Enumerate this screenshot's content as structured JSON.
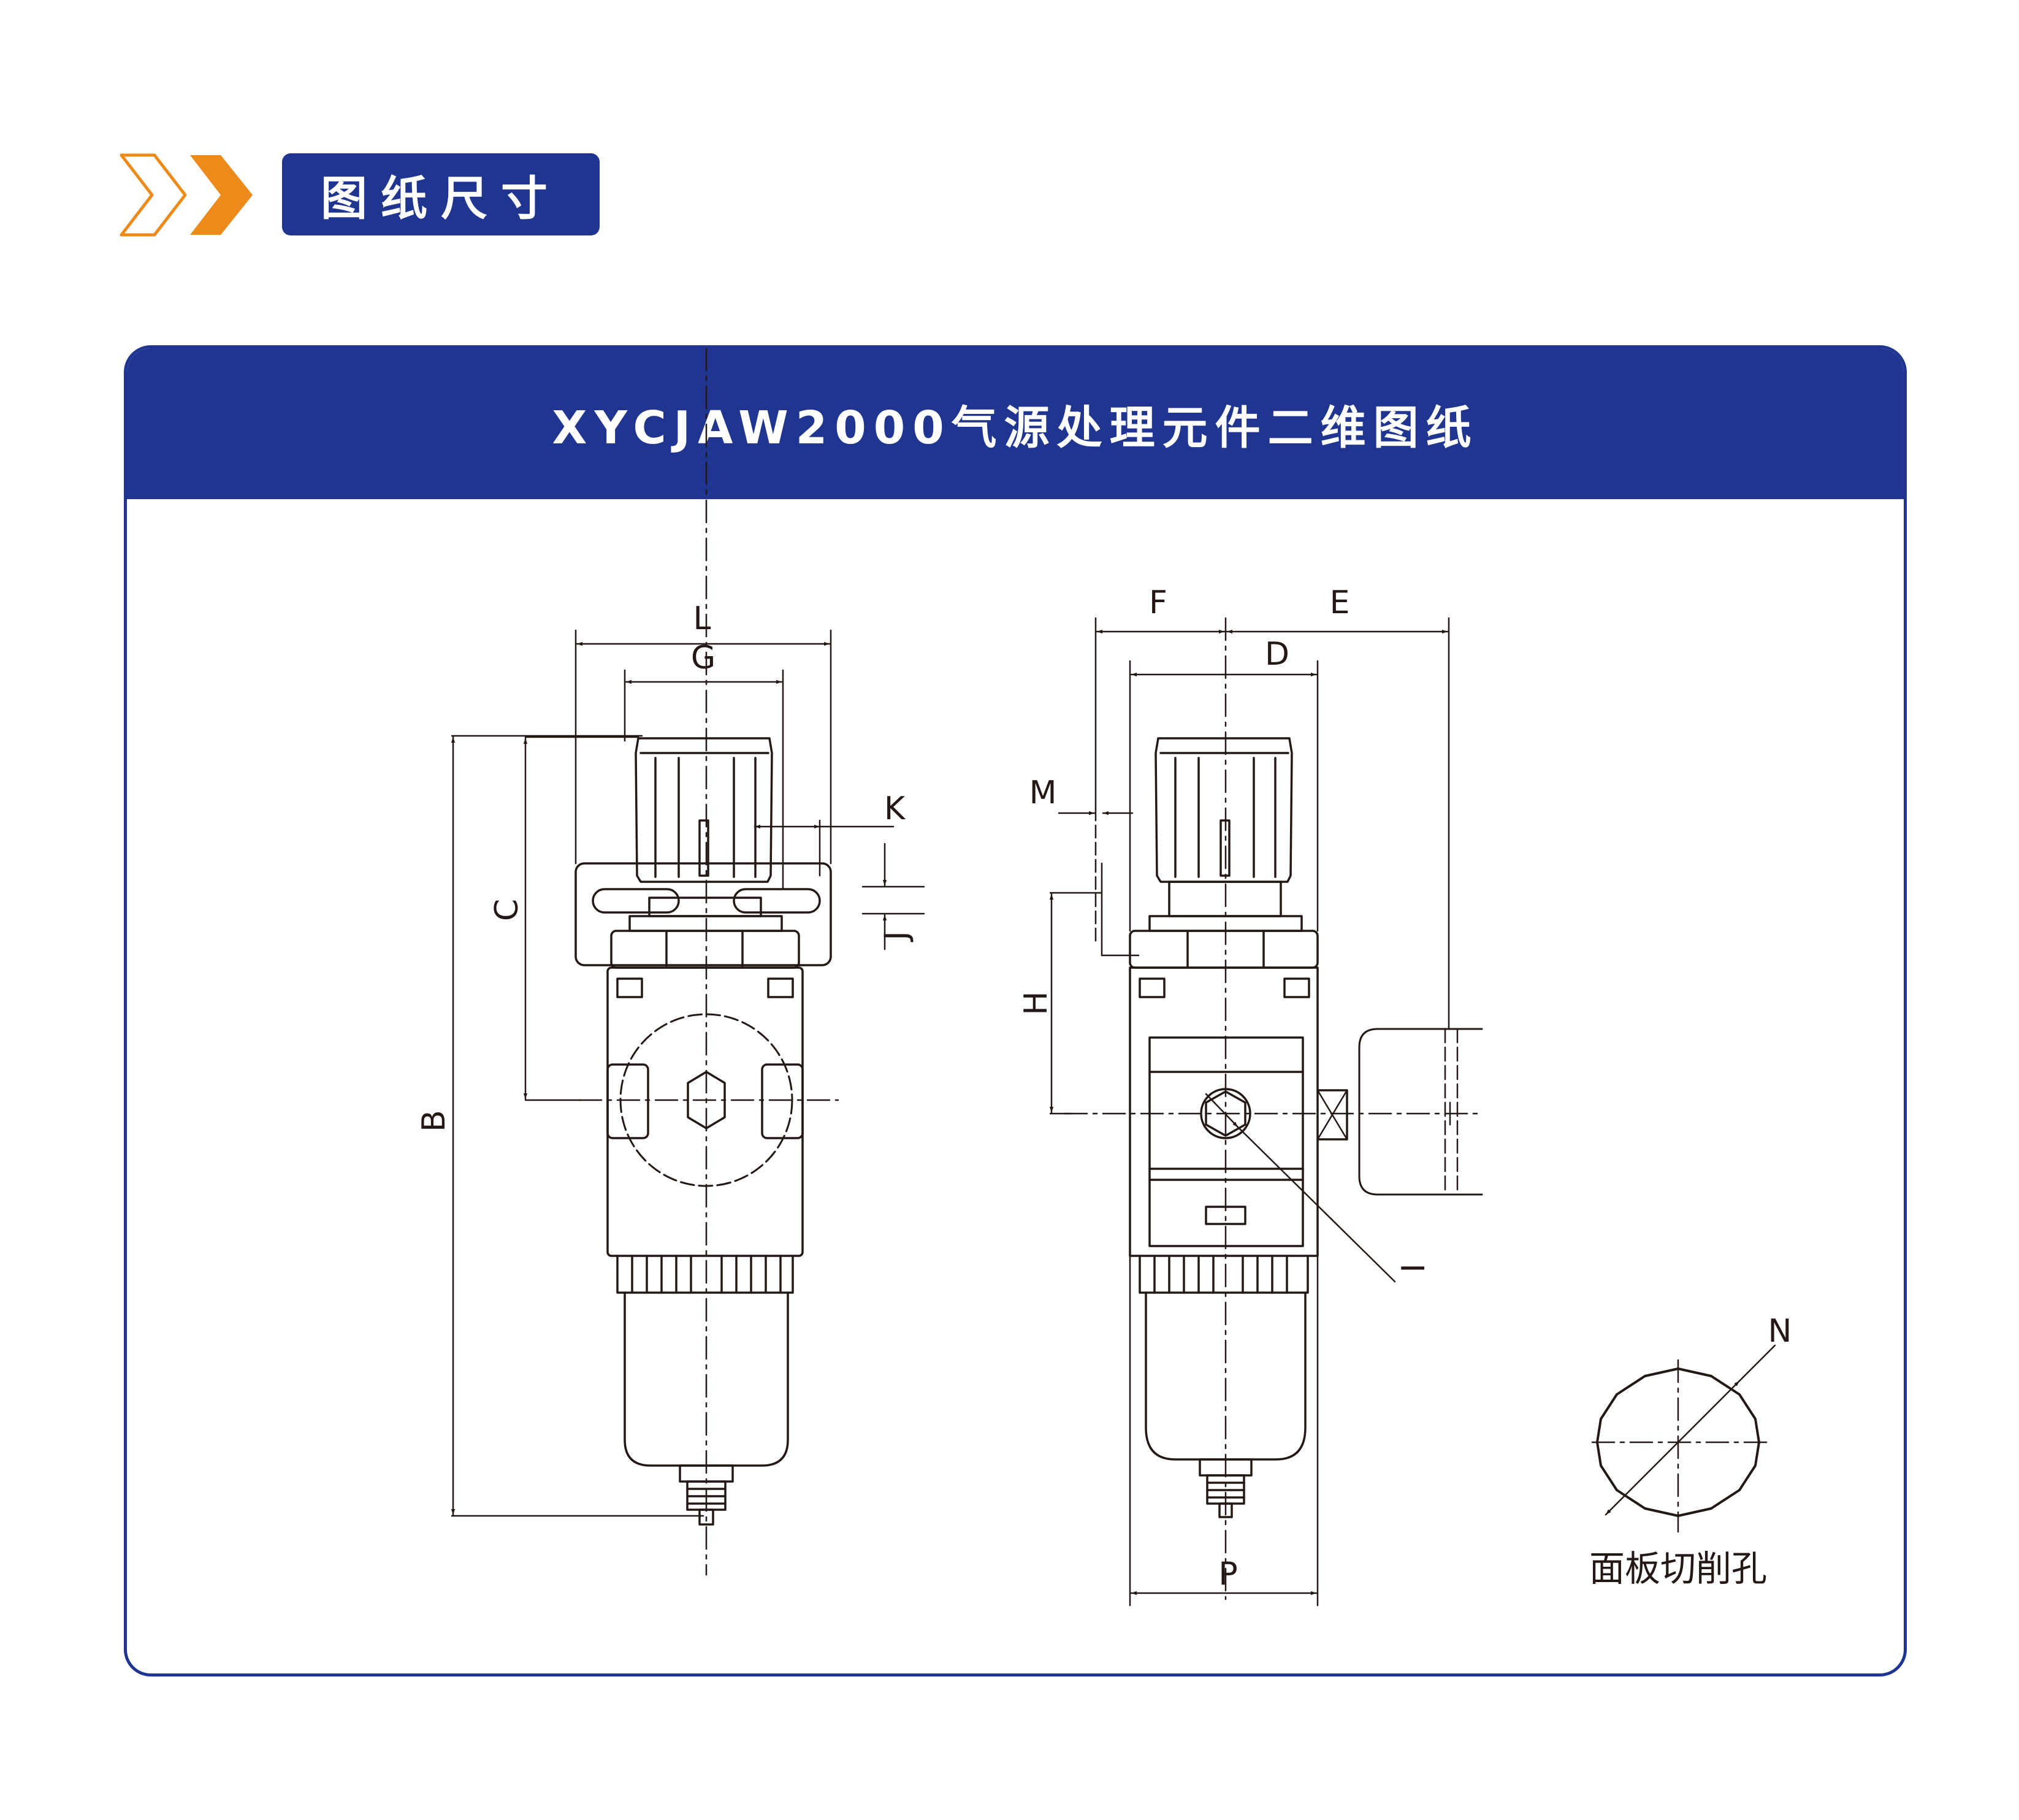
{
  "section": {
    "title": "图纸尺寸",
    "chevron_icon": "double-chevron-right-icon",
    "colors": {
      "accent": "#ee8a1a",
      "brand": "#1f3590"
    }
  },
  "card": {
    "title": "XYCJAW2000气源处理元件二维图纸"
  },
  "drawing": {
    "front_view_labels": {
      "L": "L",
      "G": "G",
      "K": "K",
      "C": "C",
      "J": "J",
      "B": "B"
    },
    "side_view_labels": {
      "F": "F",
      "E": "E",
      "D": "D",
      "M": "M",
      "H": "H",
      "I": "I",
      "P": "P"
    },
    "panel_cutout": {
      "label_n": "N",
      "caption": "面板切削孔"
    }
  }
}
